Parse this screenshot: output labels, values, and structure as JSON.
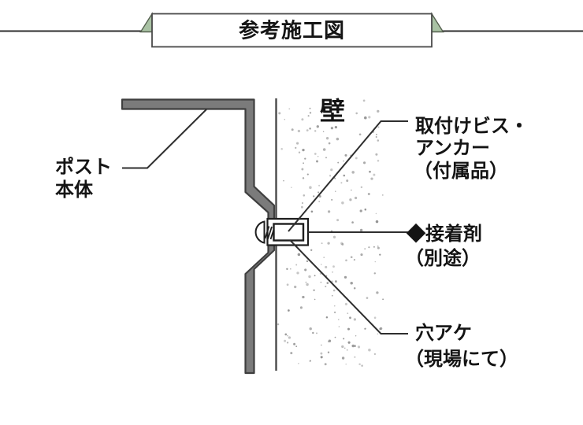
{
  "banner": {
    "title": "参考施工図",
    "accent_color": "#a9c2a4",
    "accent_border": "#55604f",
    "box_border": "#4a4a4a"
  },
  "diagram": {
    "wall_label": "壁",
    "post_label": {
      "line1": "ポスト",
      "line2": "本体"
    },
    "screw_label": {
      "line1": "取付けビス・",
      "line2": "アンカー",
      "line3": "（付属品）"
    },
    "adhesive_label": {
      "line1": "◆接着剤",
      "line2": "（別途）"
    },
    "hole_label": {
      "line1": "穴アケ",
      "line2": "（現場にて）"
    },
    "colors": {
      "post_fill": "#7b7b7b",
      "post_stroke": "#3f3f3f",
      "line_color": "#2e2e2e",
      "wall_line": "#4a4a4a",
      "stipple": "#939393",
      "hardware_stroke": "#1e1e1e"
    }
  }
}
